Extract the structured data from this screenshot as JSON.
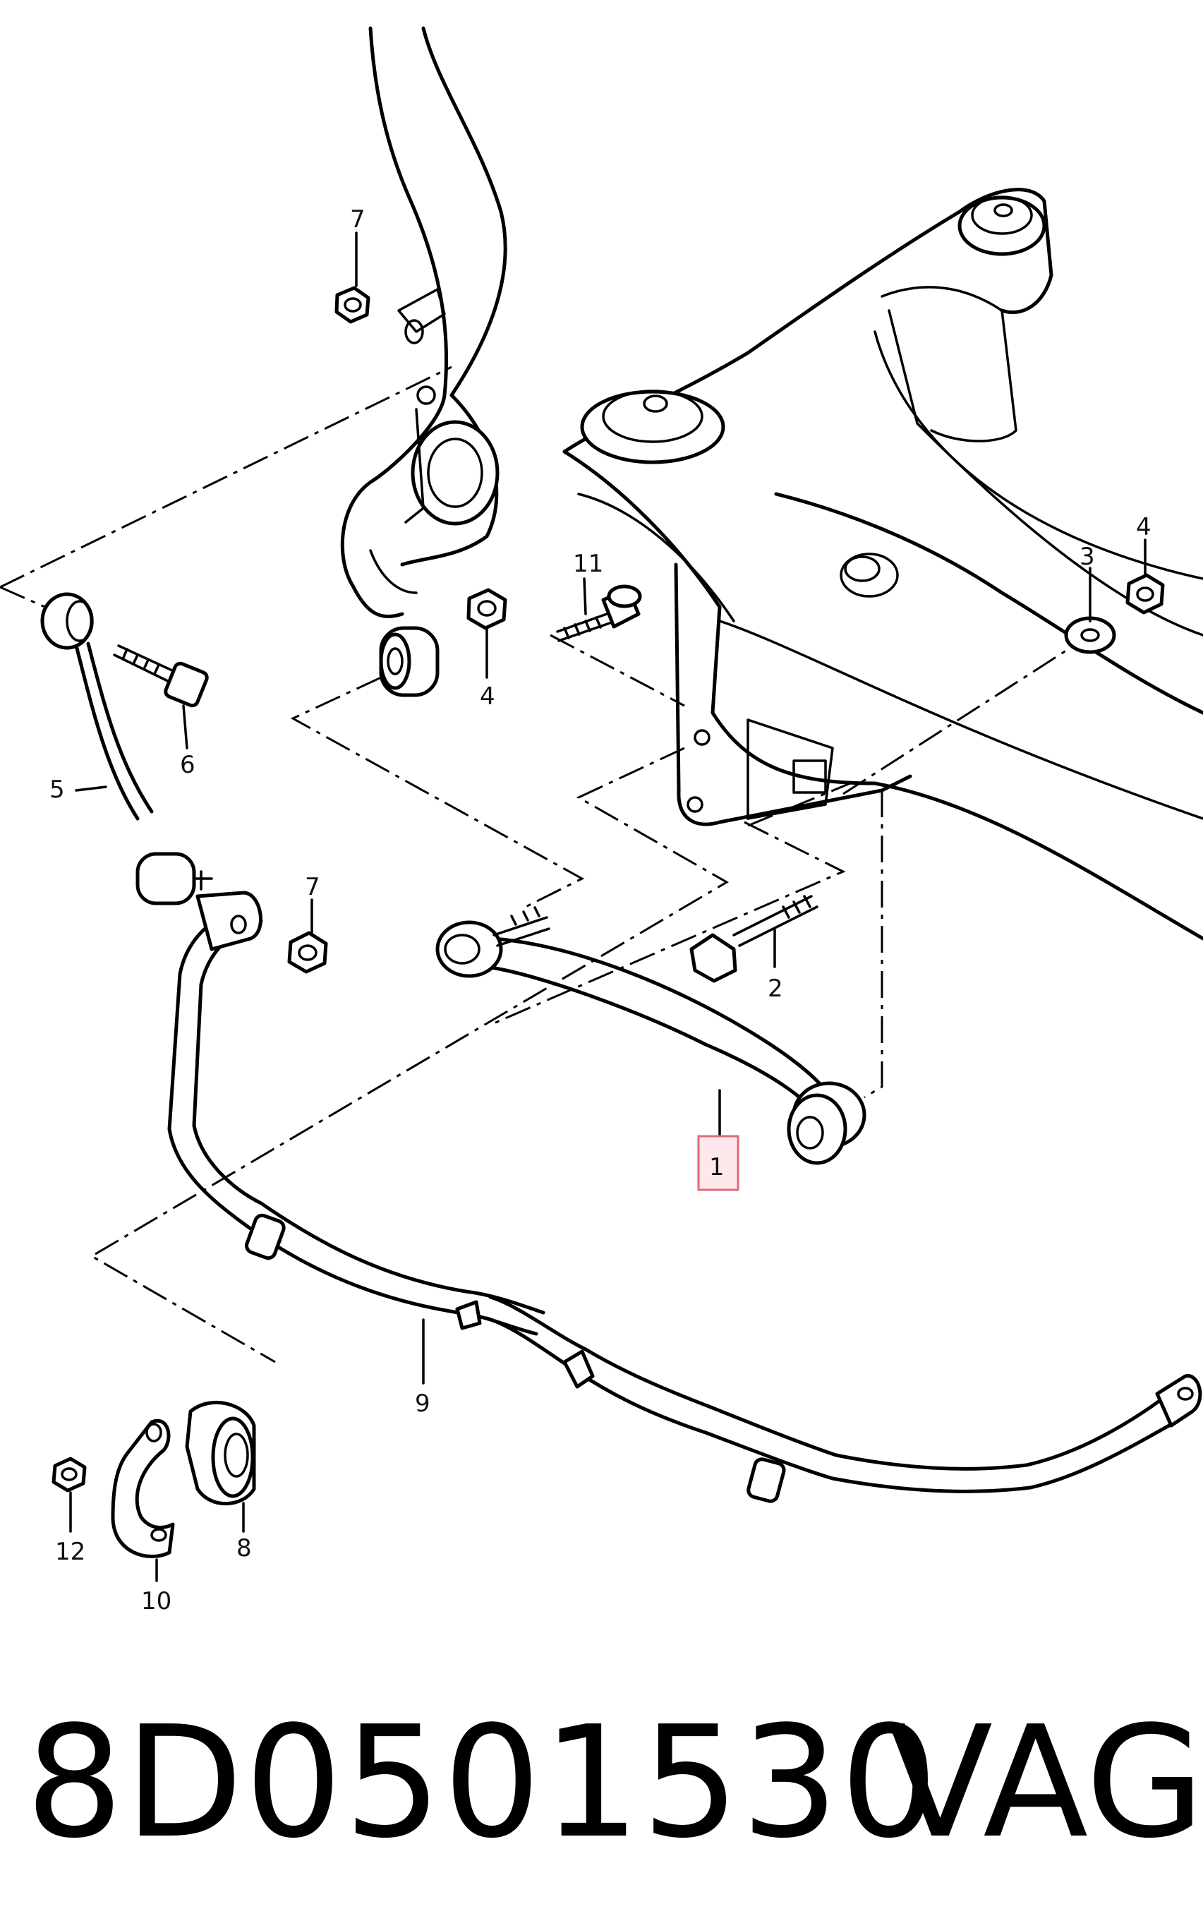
{
  "diagram": {
    "callouts": {
      "c1": "1",
      "c2": "2",
      "c3": "3",
      "c4a": "4",
      "c4b": "4",
      "c5": "5",
      "c6": "6",
      "c7a": "7",
      "c7b": "7",
      "c8": "8",
      "c9": "9",
      "c10": "10",
      "c11": "11",
      "c12": "12"
    },
    "highlighted_callout": "1",
    "highlight_color": "#e06a78"
  },
  "footer": {
    "part_number": "8D0501530",
    "brand": "VAG"
  }
}
